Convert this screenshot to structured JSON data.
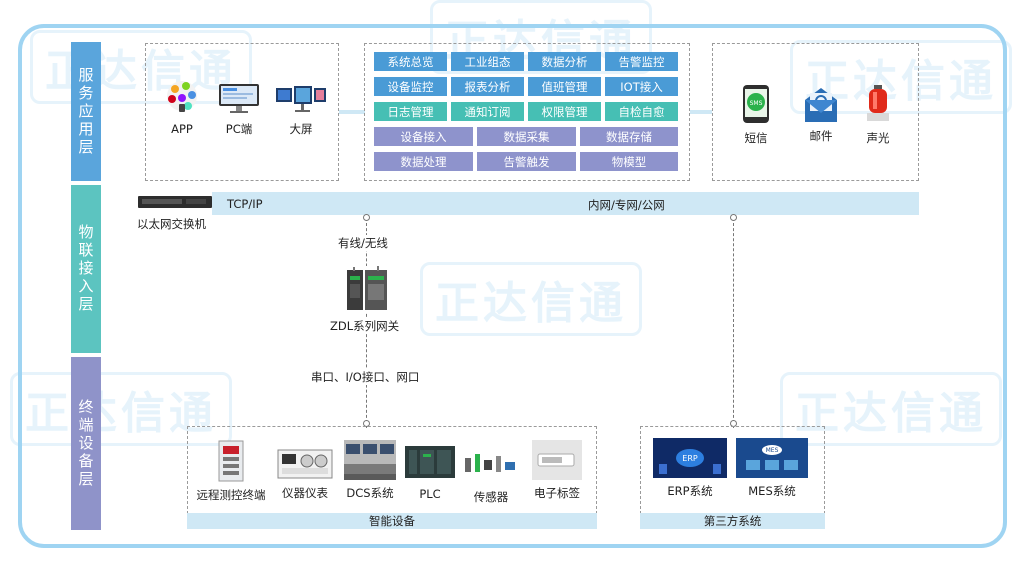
{
  "watermark": "正达信通",
  "layers": {
    "service": "服务应用层",
    "iot": "物联接入层",
    "terminal": "终端设备层"
  },
  "clients": [
    {
      "label": "APP",
      "icon": "app-icon"
    },
    {
      "label": "PC端",
      "icon": "pc-monitor-icon"
    },
    {
      "label": "大屏",
      "icon": "big-screen-icon"
    }
  ],
  "functions_row1": [
    "系统总览",
    "工业组态",
    "数据分析",
    "告警监控"
  ],
  "functions_row2": [
    "设备监控",
    "报表分析",
    "值班管理",
    "IOT接入"
  ],
  "functions_row3": [
    "日志管理",
    "通知订阅",
    "权限管理",
    "自检自愈"
  ],
  "functions_row4": [
    "设备接入",
    "数据采集",
    "数据存储"
  ],
  "functions_row5": [
    "数据处理",
    "告警触发",
    "物模型"
  ],
  "notify": [
    {
      "label": "短信",
      "icon": "sms-icon"
    },
    {
      "label": "邮件",
      "icon": "mail-icon"
    },
    {
      "label": "声光",
      "icon": "alarm-light-icon"
    }
  ],
  "network": {
    "switch_label": "以太网交换机",
    "protocol": "TCP/IP",
    "networks": "内网/专网/公网",
    "wired": "有线/无线",
    "gateway": "ZDL系列网关",
    "ports": "串口、I/O接口、网口"
  },
  "devices": [
    {
      "label": "远程测控终端",
      "icon": "rtu-terminal-icon"
    },
    {
      "label": "仪器仪表",
      "icon": "instrument-icon"
    },
    {
      "label": "DCS系统",
      "icon": "dcs-control-room-icon"
    },
    {
      "label": "PLC",
      "icon": "plc-icon"
    },
    {
      "label": "传感器",
      "icon": "sensor-icon"
    },
    {
      "label": "电子标签",
      "icon": "rfid-tag-icon"
    }
  ],
  "devices_caption": "智能设备",
  "third_party": [
    {
      "label": "ERP系统",
      "icon": "erp-icon"
    },
    {
      "label": "MES系统",
      "icon": "mes-icon"
    }
  ],
  "third_party_caption": "第三方系统",
  "colors": {
    "service_layer": "#5aa5dc",
    "iot_layer": "#5cc4c0",
    "terminal_layer": "#8f93c9",
    "btn_blue": "#4a9bd6",
    "btn_teal": "#46bfb4",
    "btn_purple": "#8e93cc"
  }
}
